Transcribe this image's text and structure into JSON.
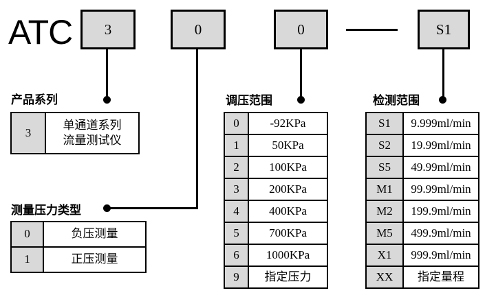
{
  "brand": "ATC",
  "model_code": {
    "boxes": [
      "3",
      "0",
      "0",
      "S1"
    ],
    "separator": "—"
  },
  "colors": {
    "box_fill": "#d9d9d9",
    "line": "#000000",
    "background": "#ffffff"
  },
  "sections": {
    "product_series": {
      "heading": "产品系列",
      "rows": [
        {
          "code": "3",
          "value_line1": "单通道系列",
          "value_line2": "流量测试仪"
        }
      ]
    },
    "pressure_type": {
      "heading": "测量压力类型",
      "rows": [
        {
          "code": "0",
          "value": "负压测量"
        },
        {
          "code": "1",
          "value": "正压测量"
        }
      ]
    },
    "regulation_range": {
      "heading": "调压范围",
      "rows": [
        {
          "code": "0",
          "value": "-92KPa"
        },
        {
          "code": "1",
          "value": "50KPa"
        },
        {
          "code": "2",
          "value": "100KPa"
        },
        {
          "code": "3",
          "value": "200KPa"
        },
        {
          "code": "4",
          "value": "400KPa"
        },
        {
          "code": "5",
          "value": "700KPa"
        },
        {
          "code": "6",
          "value": "1000KPa"
        },
        {
          "code": "9",
          "value": "指定压力"
        }
      ]
    },
    "detection_range": {
      "heading": "检测范围",
      "rows": [
        {
          "code": "S1",
          "value": "9.999ml/min"
        },
        {
          "code": "S2",
          "value": "19.99ml/min"
        },
        {
          "code": "S5",
          "value": "49.99ml/min"
        },
        {
          "code": "M1",
          "value": "99.99ml/min"
        },
        {
          "code": "M2",
          "value": "199.9ml/min"
        },
        {
          "code": "M5",
          "value": "499.9ml/min"
        },
        {
          "code": "X1",
          "value": "999.9ml/min"
        },
        {
          "code": "XX",
          "value": "指定量程"
        }
      ]
    }
  }
}
